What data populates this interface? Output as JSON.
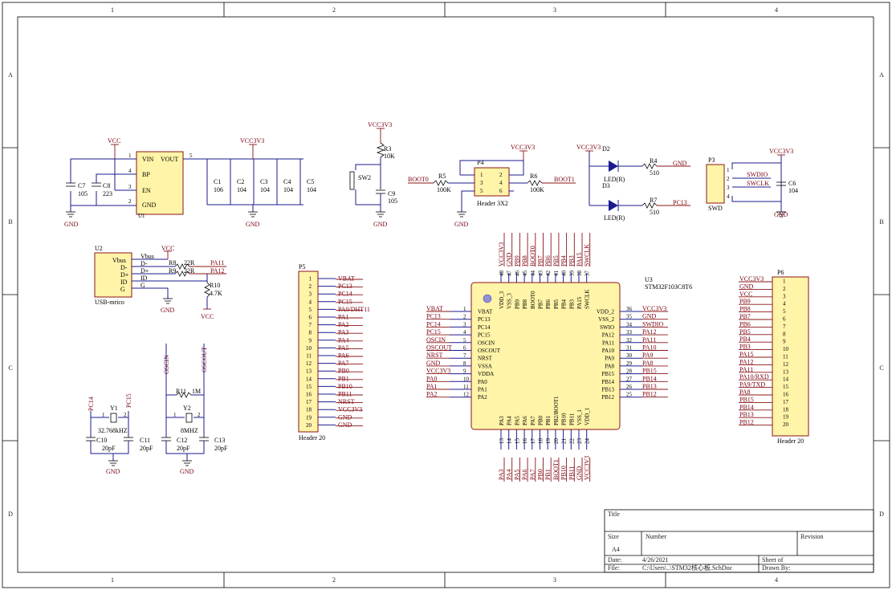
{
  "frame": {
    "cols": [
      "1",
      "2",
      "3",
      "4"
    ],
    "rows": [
      "A",
      "B",
      "C",
      "D"
    ]
  },
  "title_block": {
    "title_label": "Title",
    "size_label": "Size",
    "size_value": "A4",
    "number_label": "Number",
    "revision_label": "Revision",
    "date_label": "Date:",
    "date_value": "4/26/2021",
    "file_label": "File:",
    "file_value": "C:\\Users\\..\\STM32核心板.SchDoc",
    "sheet_label": "Sheet   of",
    "drawn_label": "Drawn By:"
  },
  "regulator": {
    "vcc": "VCC",
    "pins": [
      "VIN",
      "VOUT",
      "BP",
      "EN",
      "GND"
    ],
    "pin_nums": [
      "1",
      "5",
      "4",
      "3",
      "2"
    ],
    "designator": "U1",
    "vout_net": "VCC3V3",
    "gnd1": "GND",
    "gnd2": "GND",
    "c7": "C7",
    "c7v": "105",
    "c8": "C8",
    "c8v": "223",
    "c1": "C1",
    "c1v": "106",
    "c2": "C2",
    "c2v": "104",
    "c3": "C3",
    "c3v": "104",
    "c4": "C4",
    "c4v": "104",
    "c5": "C5",
    "c5v": "104"
  },
  "reset": {
    "vcc": "VCC3V3",
    "r3": "R3",
    "r3v": "10K",
    "sw": "SW2",
    "c9": "C9",
    "c9v": "105",
    "gnd": "GND"
  },
  "boot": {
    "boot0": "BOOT0",
    "r5": "R5",
    "r5v": "100K",
    "p4": "P4",
    "pins": [
      "1",
      "2",
      "3",
      "4",
      "5",
      "6"
    ],
    "header": "Header 3X2",
    "vcc": "VCC3V3",
    "r6": "R6",
    "r6v": "100K",
    "boot1": "BOOT1",
    "gnd": "GND"
  },
  "leds": {
    "vcc": "VCC3V3",
    "d2": "D2",
    "d3": "D3",
    "led2": "LED(R)",
    "led3": "LED(R)",
    "r4": "R4",
    "r4v": "510",
    "r7": "R7",
    "r7v": "510",
    "net1": "GND",
    "net2": "PC13"
  },
  "swd": {
    "p3": "P3",
    "pins": [
      "1",
      "2",
      "3",
      "4"
    ],
    "vcc": "VCC3V3",
    "swdio": "SWDIO",
    "swclk": "SWCLK",
    "c6": "C6",
    "c6v": "104",
    "label": "SWD",
    "gnd": "GND"
  },
  "usb": {
    "u2": "U2",
    "pins": [
      "Vbus",
      "D-",
      "D+",
      "ID",
      "G"
    ],
    "name": "USB-mrico",
    "vcc": "VCC",
    "nets": [
      "Vbus",
      "D-",
      "D+",
      "ID",
      "G"
    ],
    "r8": "R8",
    "r8v": "22R",
    "r9": "R9",
    "r9v": "22R",
    "pa11": "PA11",
    "pa12": "PA12",
    "r10": "R10",
    "r10v": "4.7K",
    "gnd": "GND",
    "vcc2": "VCC"
  },
  "crystals": {
    "pc14": "PC14",
    "pc15": "PC15",
    "y1": "Y1",
    "y1v": "32.768kHZ",
    "y1p1": "1",
    "y1p2": "2",
    "c10": "C10",
    "c10v": "20pF",
    "c11": "C11",
    "c11v": "20pF",
    "gnd1": "GND",
    "oscin": "OSCIN",
    "oscout": "OSCOUT",
    "r11": "R11",
    "r11v": "1M",
    "y2": "Y2",
    "y2v": "8MHZ",
    "y2p1": "1",
    "y2p2": "2",
    "c12": "C12",
    "c12v": "20pF",
    "c13": "C13",
    "c13v": "20pF",
    "gnd2": "GND"
  },
  "p5": {
    "name": "P5",
    "footer": "Header 20",
    "pins": [
      "1",
      "2",
      "3",
      "4",
      "5",
      "6",
      "7",
      "8",
      "9",
      "10",
      "11",
      "12",
      "13",
      "14",
      "15",
      "16",
      "17",
      "18",
      "19",
      "20"
    ],
    "nets": [
      "VBAT",
      "PC13",
      "PC14",
      "PC15",
      "PA0/DHT11",
      "PA1",
      "PA2",
      "PA3",
      "PA4",
      "PA5",
      "PA6",
      "PA7",
      "PB0",
      "PB1",
      "PB10",
      "PB11",
      "NRST",
      "VCC3V3",
      "GND",
      "GND"
    ]
  },
  "mcu": {
    "u3": "U3",
    "part": "STM32F103C8T6",
    "top_nets": [
      "VCC3V3",
      "GND",
      "PB9",
      "PB8",
      "BOOT0",
      "PB7",
      "PB6",
      "PB5",
      "PB4",
      "PB3",
      "PA15",
      "SWCLK"
    ],
    "top_nums": [
      "48",
      "47",
      "46",
      "45",
      "44",
      "43",
      "42",
      "41",
      "40",
      "39",
      "38",
      "37"
    ],
    "top_inner": [
      "VDD_3",
      "VSS_3",
      "PB9",
      "PB8",
      "BOOT0",
      "PB7",
      "PB6",
      "PB5",
      "PB4",
      "PB3",
      "PA15",
      "SWCLK"
    ],
    "left_nets": [
      "VBAT",
      "PC13",
      "PC14",
      "PC15",
      "OSCIN",
      "OSCOUT",
      "NRST",
      "GND",
      "VCC3V3",
      "PA0",
      "PA1",
      "PA2"
    ],
    "left_nums": [
      "1",
      "2",
      "3",
      "4",
      "5",
      "6",
      "7",
      "8",
      "9",
      "10",
      "11",
      "12"
    ],
    "left_inner": [
      "VBAT",
      "PC13",
      "PC14",
      "PC15",
      "OSCIN",
      "OSCOUT",
      "NRST",
      "VSSA",
      "VDDA",
      "PA0",
      "PA1",
      "PA2"
    ],
    "right_nets": [
      "VCC3V3",
      "GND",
      "SWDIO",
      "PA12",
      "PA11",
      "PA10",
      "PA9",
      "PA8",
      "PB15",
      "PB14",
      "PB13",
      "PB12"
    ],
    "right_nums": [
      "36",
      "35",
      "34",
      "33",
      "32",
      "31",
      "30",
      "29",
      "28",
      "27",
      "26",
      "25"
    ],
    "right_inner": [
      "VDD_2",
      "VSS_2",
      "SWIO",
      "PA12",
      "PA11",
      "PA10",
      "PA9",
      "PA8",
      "PB15",
      "PB14",
      "PB13",
      "PB12"
    ],
    "bottom_nets": [
      "PA3",
      "PA4",
      "PA5",
      "PA6",
      "PA7",
      "PB0",
      "PB1",
      "BOOT1",
      "PB10",
      "PB11",
      "GND",
      "VCC3V3"
    ],
    "bottom_nums": [
      "13",
      "14",
      "15",
      "16",
      "17",
      "18",
      "19",
      "20",
      "21",
      "22",
      "23",
      "24"
    ],
    "bottom_inner": [
      "PA3",
      "PA4",
      "PA5",
      "PA6",
      "PA7",
      "PB0",
      "PB1",
      "PB2/BOOT1",
      "PB10",
      "PB11",
      "VSS_1",
      "VDD_1"
    ]
  },
  "p6": {
    "name": "P6",
    "footer": "Header 20",
    "pins": [
      "1",
      "2",
      "3",
      "4",
      "5",
      "6",
      "7",
      "8",
      "9",
      "10",
      "11",
      "12",
      "13",
      "14",
      "15",
      "16",
      "17",
      "18",
      "19",
      "20"
    ],
    "nets": [
      "VCC3V3",
      "GND",
      "VCC",
      "PB9",
      "PB8",
      "PB7",
      "PB6",
      "PB5",
      "PB4",
      "PB3",
      "PA15",
      "PA12",
      "PA11",
      "PA10/RXD",
      "PA9/TXD",
      "PA8",
      "PB15",
      "PB14",
      "PB13",
      "PB12"
    ]
  }
}
